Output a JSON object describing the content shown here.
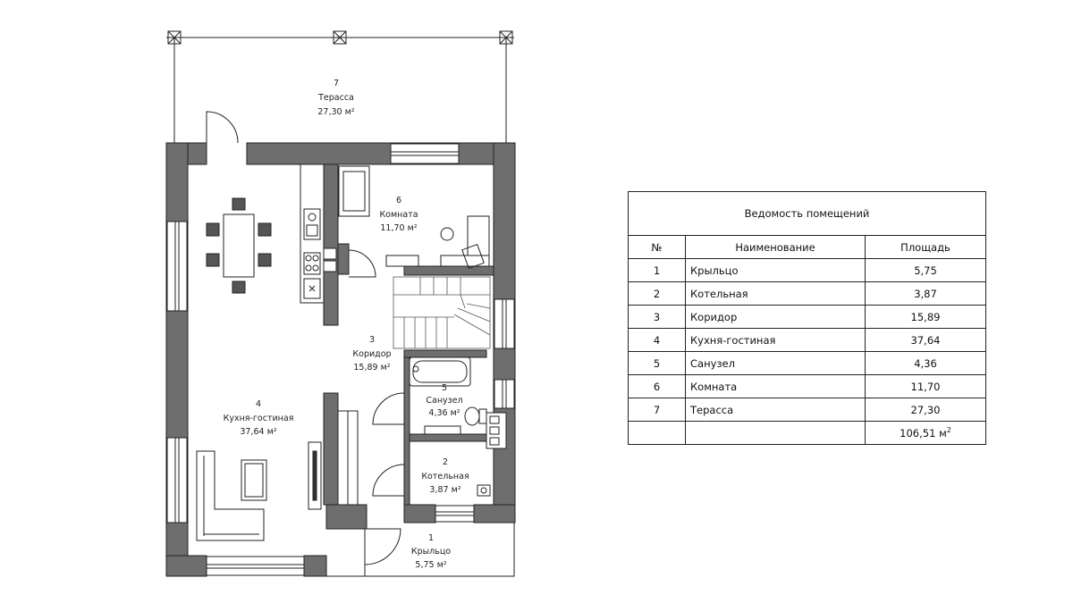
{
  "rooms": [
    {
      "num": "1",
      "name": "Крыльцо",
      "area": "5,75",
      "unit": "м²"
    },
    {
      "num": "2",
      "name": "Котельная",
      "area": "3,87",
      "unit": "м²"
    },
    {
      "num": "3",
      "name": "Коридор",
      "area": "15,89",
      "unit": "м²"
    },
    {
      "num": "4",
      "name": "Кухня-гостиная",
      "area": "37,64",
      "unit": "м²"
    },
    {
      "num": "5",
      "name": "Санузел",
      "area": "4,36",
      "unit": "м²"
    },
    {
      "num": "6",
      "name": "Комната",
      "area": "11,70",
      "unit": "м²"
    },
    {
      "num": "7",
      "name": "Терасса",
      "area": "27,30",
      "unit": "м²"
    }
  ],
  "schedule": {
    "title": "Ведомость помещений",
    "headers": {
      "num": "№",
      "name": "Наименование",
      "area": "Площадь"
    },
    "rows": [
      {
        "num": "1",
        "name": "Крыльцо",
        "area": "5,75"
      },
      {
        "num": "2",
        "name": "Котельная",
        "area": "3,87"
      },
      {
        "num": "3",
        "name": "Коридор",
        "area": "15,89"
      },
      {
        "num": "4",
        "name": "Кухня-гостиная",
        "area": "37,64"
      },
      {
        "num": "5",
        "name": "Санузел",
        "area": "4,36"
      },
      {
        "num": "6",
        "name": "Комната",
        "area": "11,70"
      },
      {
        "num": "7",
        "name": "Терасса",
        "area": "27,30"
      }
    ],
    "total_value": "106,51",
    "total_unit": "м"
  },
  "colors": {
    "wall": "#6e6e6e",
    "line": "#222222"
  }
}
